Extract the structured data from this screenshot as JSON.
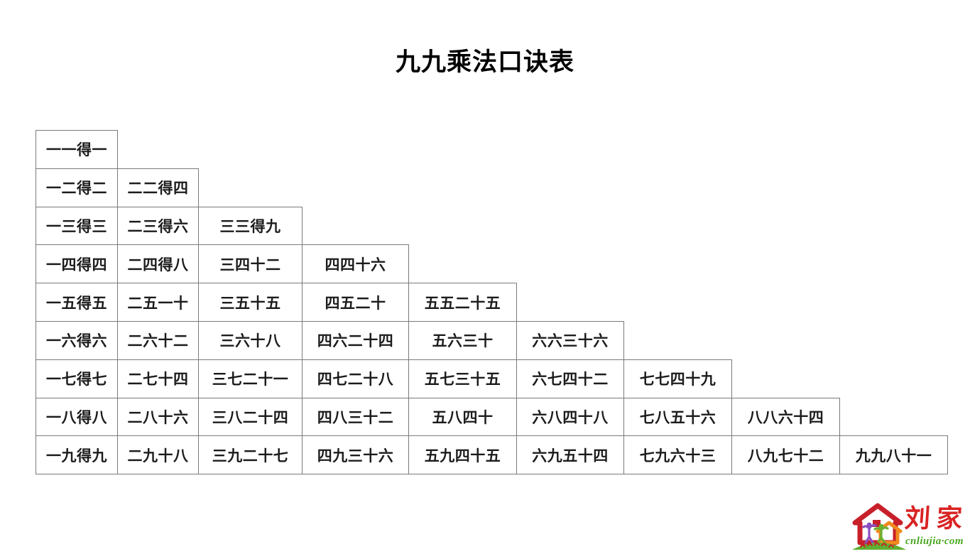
{
  "document": {
    "title": "九九乘法口诀表",
    "background_color": "#ffffff",
    "text_color": "#1c1c1c",
    "border_color": "#7a7a7a"
  },
  "table": {
    "name": "multiplication-table",
    "rows": 9,
    "columns": 9,
    "shape": "lower-triangular-staircase",
    "cells": [
      [
        "一一得一"
      ],
      [
        "一二得二",
        "二二得四"
      ],
      [
        "一三得三",
        "二三得六",
        "三三得九"
      ],
      [
        "一四得四",
        "二四得八",
        "三四十二",
        "四四十六"
      ],
      [
        "一五得五",
        "二五一十",
        "三五十五",
        "四五二十",
        "五五二十五"
      ],
      [
        "一六得六",
        "二六十二",
        "三六十八",
        "四六二十四",
        "五六三十",
        "六六三十六"
      ],
      [
        "一七得七",
        "二七十四",
        "三七二十一",
        "四七二十八",
        "五七三十五",
        "六七四十二",
        "七七四十九"
      ],
      [
        "一八得八",
        "二八十六",
        "三八二十四",
        "四八三十二",
        "五八四十",
        "六八四十八",
        "七八五十六",
        "八八六十四"
      ],
      [
        "一九得九",
        "二九十八",
        "三九二十七",
        "四九三十六",
        "五九四十五",
        "六九五十四",
        "七九六十三",
        "八九七十二",
        "九九八十一"
      ]
    ]
  },
  "watermark": {
    "brand_text": "刘家",
    "url_text": "cnliujia·com",
    "brand_color": "#d92323",
    "url_color": "#4aa821",
    "logo_colors": {
      "roof": "#c8202a",
      "small_house": "#f08a1e",
      "hill": "#5fb030",
      "figure_left": "#8a4fbf",
      "figure_right": "#6ab02e",
      "window": "#c8202a"
    }
  }
}
